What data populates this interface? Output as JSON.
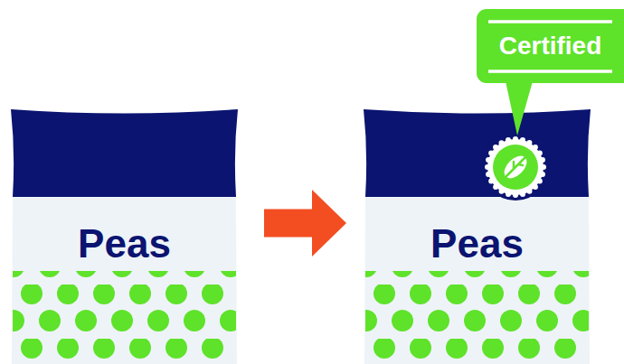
{
  "diagram": {
    "nodes": [
      {
        "text": [
          "Peas"
        ]
      },
      {
        "text": [
          "Peas"
        ]
      },
      {
        "text": [
          "Certified"
        ]
      }
    ],
    "edges": [
      {
        "from": 0,
        "to": 1,
        "arrow": "to"
      }
    ]
  }
}
